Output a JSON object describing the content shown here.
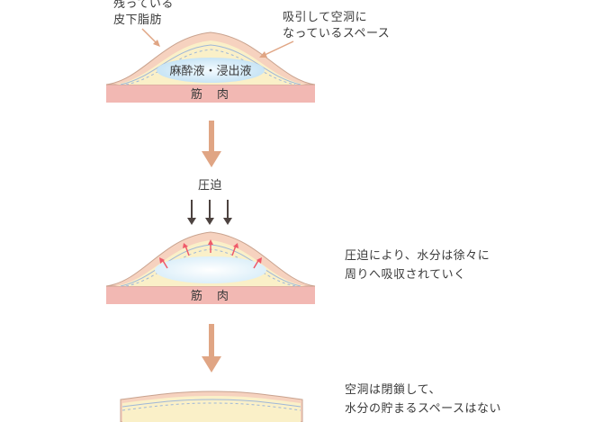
{
  "top": {
    "label_fat_line1": "残っている",
    "label_fat_line2": "皮下脂肪",
    "label_cavity_line1": "吸引して空洞に",
    "label_cavity_line2": "なっているスペース",
    "fluid_label": "麻酔液・浸出液",
    "muscle_label": "筋 肉"
  },
  "middle": {
    "pressure_label": "圧迫",
    "muscle_label": "筋 肉",
    "desc_line1": "圧迫により、水分は徐々に",
    "desc_line2": "周りへ吸収されていく"
  },
  "bottom": {
    "desc_line1": "空洞は閉鎖して、",
    "desc_line2": "水分の貯まるスペースはない"
  },
  "colors": {
    "muscle": "#f2b8b3",
    "skin": "#f6d5c3",
    "fat": "#faf0c8",
    "fluid": "#cfe7f5",
    "arrow": "#e0a584",
    "pressure_arrow": "#4d4340",
    "absorb_arrow": "#ef5a6a"
  }
}
